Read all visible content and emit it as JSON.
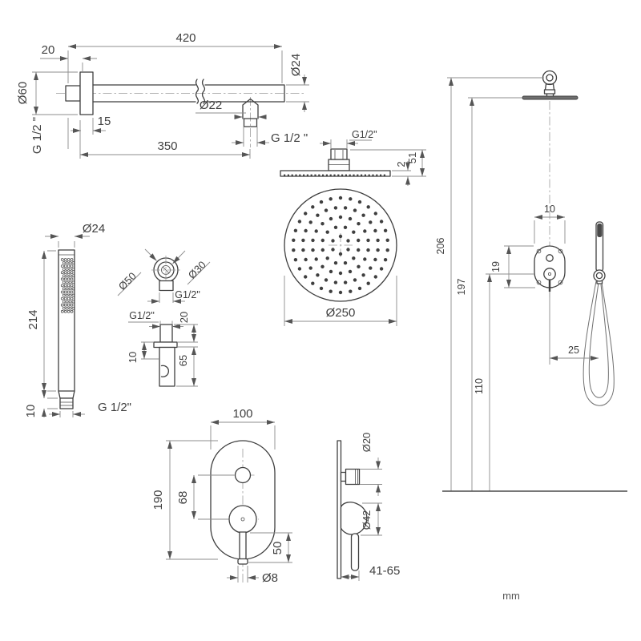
{
  "units_label": "mm",
  "views": {
    "arm": {
      "d420": "420",
      "d20": "20",
      "d60": "Ø60",
      "g_wall": "G 1/2 \"",
      "d15": "15",
      "d350": "350",
      "d22": "Ø22",
      "g_outlet": "G 1/2 \"",
      "d24": "Ø24"
    },
    "head_side": {
      "g": "G1/2\"",
      "t2": "2",
      "h51": "51"
    },
    "head_face": {
      "d250": "Ø250"
    },
    "hand_shower": {
      "d24": "Ø24",
      "l214": "214",
      "b10": "10",
      "g": "G 1/2\""
    },
    "elbow": {
      "d50": "Ø50",
      "d30": "Ø30",
      "g": "G1/2\""
    },
    "holder": {
      "g": "G1/2\"",
      "t20": "20",
      "o10": "10",
      "h65": "65"
    },
    "mixer_front": {
      "w100": "100",
      "h190": "190",
      "c68": "68",
      "l50": "50",
      "d8": "Ø8"
    },
    "mixer_side": {
      "d20": "Ø20",
      "d42": "Ø42",
      "depth": "41-65"
    },
    "installation": {
      "h206": "206",
      "h197": "197",
      "h110": "110",
      "w10": "10",
      "h19": "19",
      "o25": "25"
    }
  }
}
